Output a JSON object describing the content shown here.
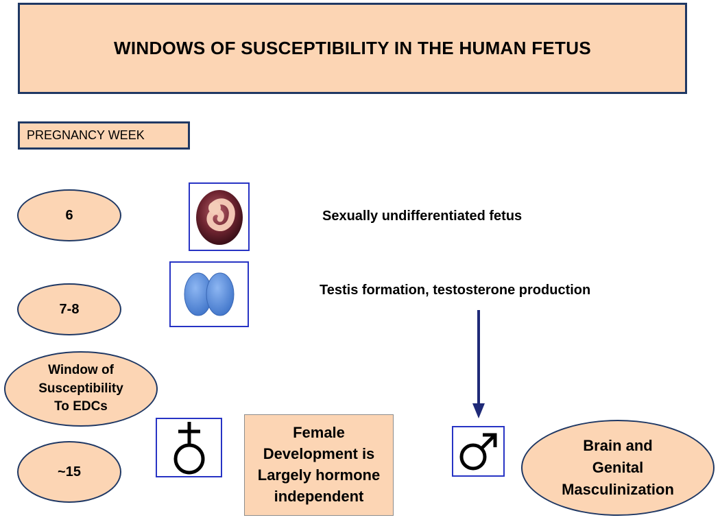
{
  "title": "WINDOWS OF SUSCEPTIBILITY IN THE HUMAN FETUS",
  "axis_label": "PREGNANCY WEEK",
  "weeks": [
    {
      "label": "6",
      "description": "Sexually undifferentiated fetus",
      "icon": "fetus-icon"
    },
    {
      "label": "7-8",
      "description": "Testis formation, testosterone production",
      "icon": "testes-icon"
    },
    {
      "label": "~15"
    }
  ],
  "window": {
    "line1": "Window of",
    "line2": "Susceptibility",
    "line3": "To EDCs"
  },
  "female": {
    "symbol": "female-symbol-icon",
    "line1": "Female",
    "line2": "Development is",
    "line3": "Largely hormone",
    "line4": "independent"
  },
  "male": {
    "symbol": "male-symbol-icon",
    "line1": "Brain and",
    "line2": "Genital",
    "line3": "Masculinization"
  },
  "colors": {
    "peach": "#fcd5b4",
    "border_navy": "#1f3864",
    "icon_border": "#2733c4",
    "arrow": "#1f2a78",
    "testes_blue": "#4f86d9"
  }
}
